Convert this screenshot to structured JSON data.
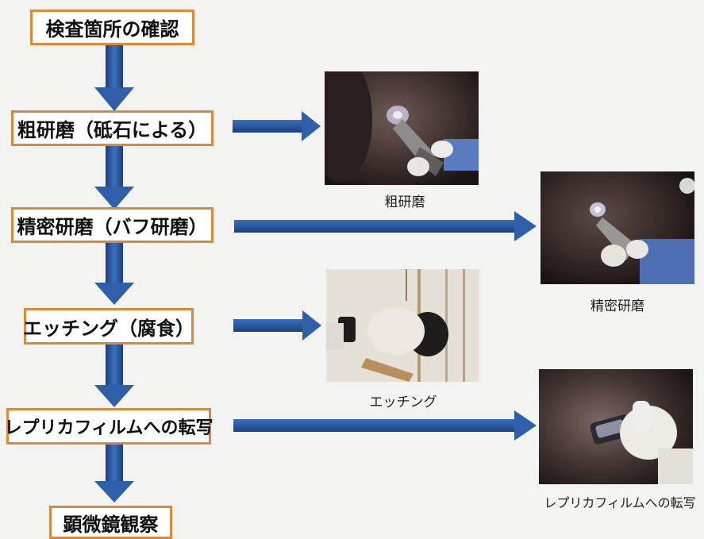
{
  "flow": {
    "steps": [
      "検査箇所の確認",
      "粗研磨（砥石による）",
      "精密研磨（バフ研磨）",
      "エッチング（腐食）",
      "レプリカフィルムへの転写",
      "顕微鏡観察"
    ]
  },
  "photos": {
    "captions": [
      "粗研磨",
      "精密研磨",
      "エッチング",
      "レプリカフィルムへの転写"
    ]
  },
  "colors": {
    "arrow_fill": "#2f5fa8",
    "arrow_dark": "#1d3f7a",
    "box_border": "#d9893c",
    "background": "#f3f4f1"
  }
}
